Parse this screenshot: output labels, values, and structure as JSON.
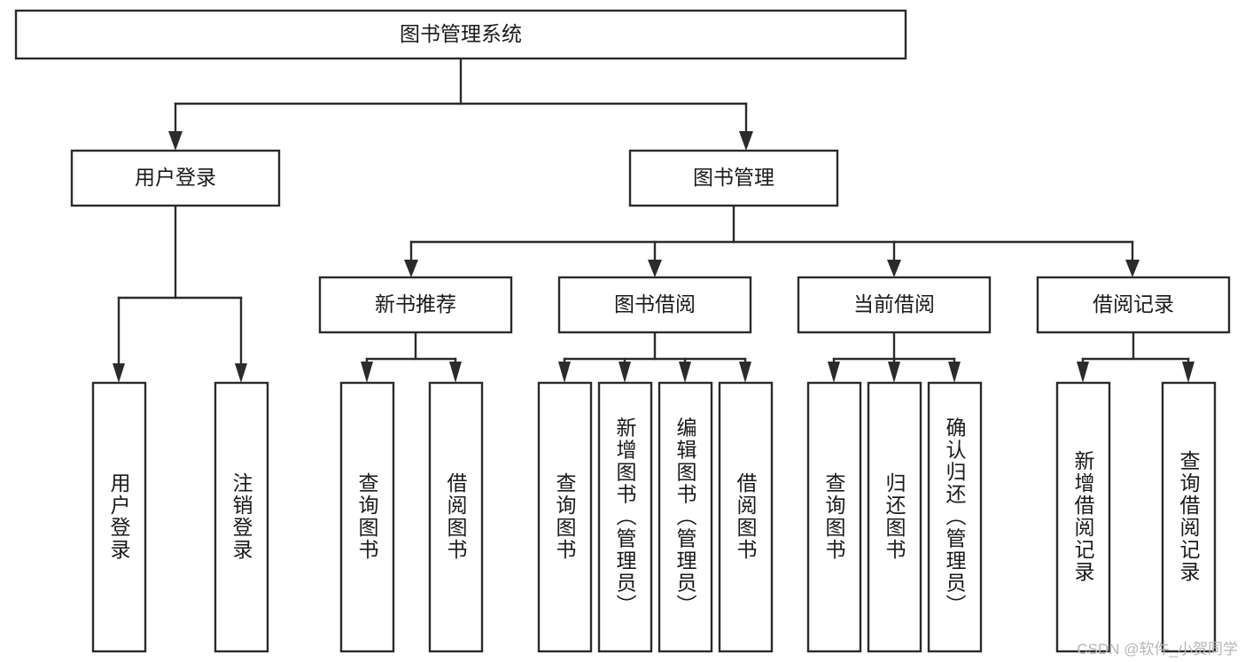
{
  "diagram": {
    "title": "图书管理系统",
    "type": "tree-hierarchy-chart",
    "root": {
      "id": "root",
      "label": "图书管理系统"
    },
    "level2": [
      {
        "id": "user-login",
        "label": "用户登录"
      },
      {
        "id": "book-manage",
        "label": "图书管理"
      }
    ],
    "level3": [
      {
        "id": "new-book-recommend",
        "label": "新书推荐",
        "parent": "book-manage"
      },
      {
        "id": "book-borrow",
        "label": "图书借阅",
        "parent": "book-manage"
      },
      {
        "id": "current-borrow",
        "label": "当前借阅",
        "parent": "book-manage"
      },
      {
        "id": "borrow-record",
        "label": "借阅记录",
        "parent": "book-manage"
      }
    ],
    "leaves": {
      "user-login": [
        {
          "id": "leaf-user-login",
          "label": "用户登录"
        },
        {
          "id": "leaf-logout-login",
          "label": "注销登录"
        }
      ],
      "new-book-recommend": [
        {
          "id": "leaf-query-book-1",
          "label": "查询图书"
        },
        {
          "id": "leaf-borrow-book-1",
          "label": "借阅图书"
        }
      ],
      "book-borrow": [
        {
          "id": "leaf-query-book-2",
          "label": "查询图书"
        },
        {
          "id": "leaf-add-book",
          "label": "新增图书（管理员）"
        },
        {
          "id": "leaf-edit-book",
          "label": "编辑图书（管理员）"
        },
        {
          "id": "leaf-borrow-book-2",
          "label": "借阅图书"
        }
      ],
      "current-borrow": [
        {
          "id": "leaf-query-book-3",
          "label": "查询图书"
        },
        {
          "id": "leaf-return-book",
          "label": "归还图书"
        },
        {
          "id": "leaf-confirm-return",
          "label": "确认归还（管理员）"
        }
      ],
      "borrow-record": [
        {
          "id": "leaf-add-record",
          "label": "新增借阅记录"
        },
        {
          "id": "leaf-query-record",
          "label": "查询借阅记录"
        }
      ]
    }
  },
  "watermark": {
    "text": "CSDN @软件_小贺同学"
  },
  "colors": {
    "stroke": "#2b2b2b",
    "fill": "#ffffff",
    "text": "#1a1a1a",
    "watermark": "#b6b6b6"
  }
}
